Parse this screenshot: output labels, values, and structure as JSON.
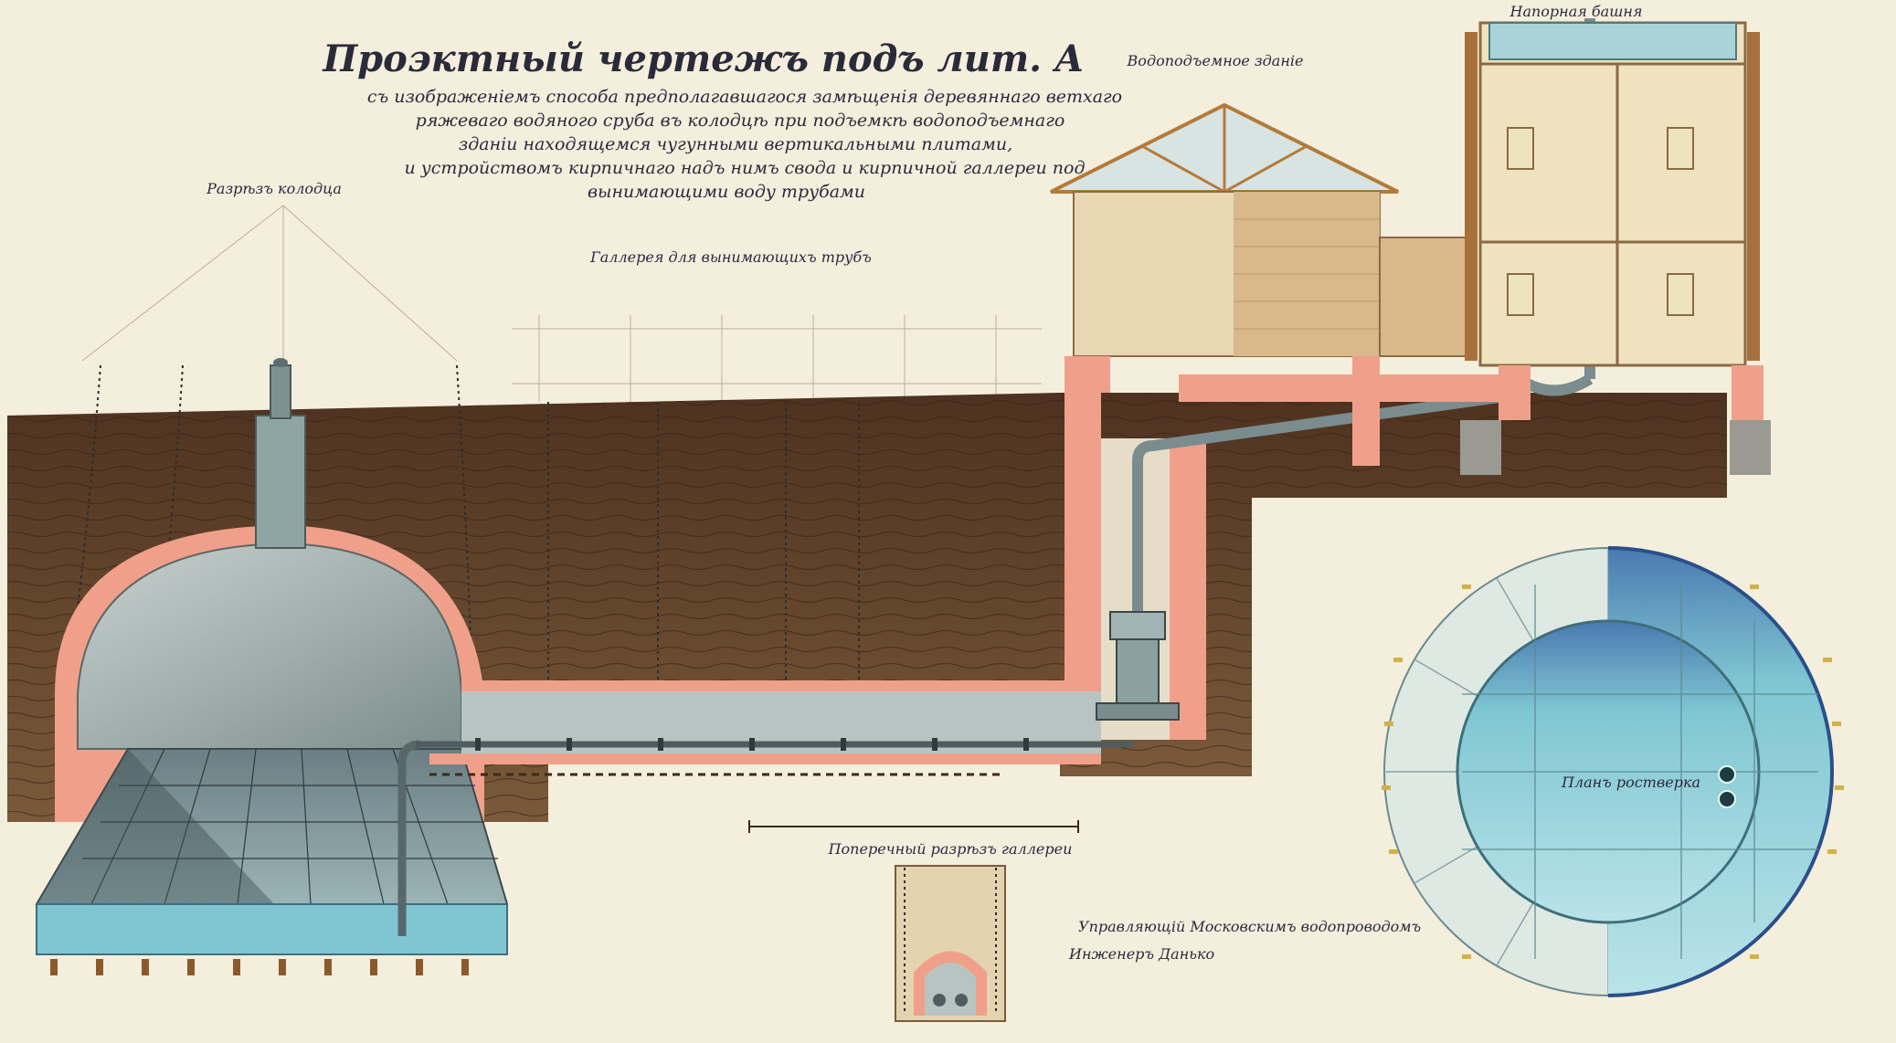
{
  "title": "Проэктный чертежъ подъ лит. А",
  "subtitle_lines": [
    "съ изображенiемъ способа предполагавшагося замѣщенiя деревяннаго ветхаго",
    "ряжеваго водяного сруба въ колодцѣ при подъемкѣ водоподъемнаго",
    "зданiи находящемся чугунными вертикальными плитами,",
    "и устройствомъ кирпичнаго надъ нимъ свода и кирпичной галлереи под",
    "вынимающими воду трубами"
  ],
  "labels": {
    "well_section": "Разрѣзъ колодца",
    "gallery": "Галлерея для вынимающихъ трубъ",
    "pump_building": "Водоподъемное зданiе",
    "tank": "Напорная башня",
    "gallery_cross_section": "Поперечный разрѣзъ галлереи",
    "grillage_plan": "Планъ ростверка"
  },
  "signature_lines": [
    "Управляющiй Московскимъ водопроводомъ",
    "Инженеръ Данько"
  ],
  "colors": {
    "paper": "#f4eedd",
    "earth": "#5a3a22",
    "brick": "#f0a08a",
    "dome": "#a9b6b4",
    "water": "#7fc6d2",
    "timber": "#d9b98a"
  }
}
